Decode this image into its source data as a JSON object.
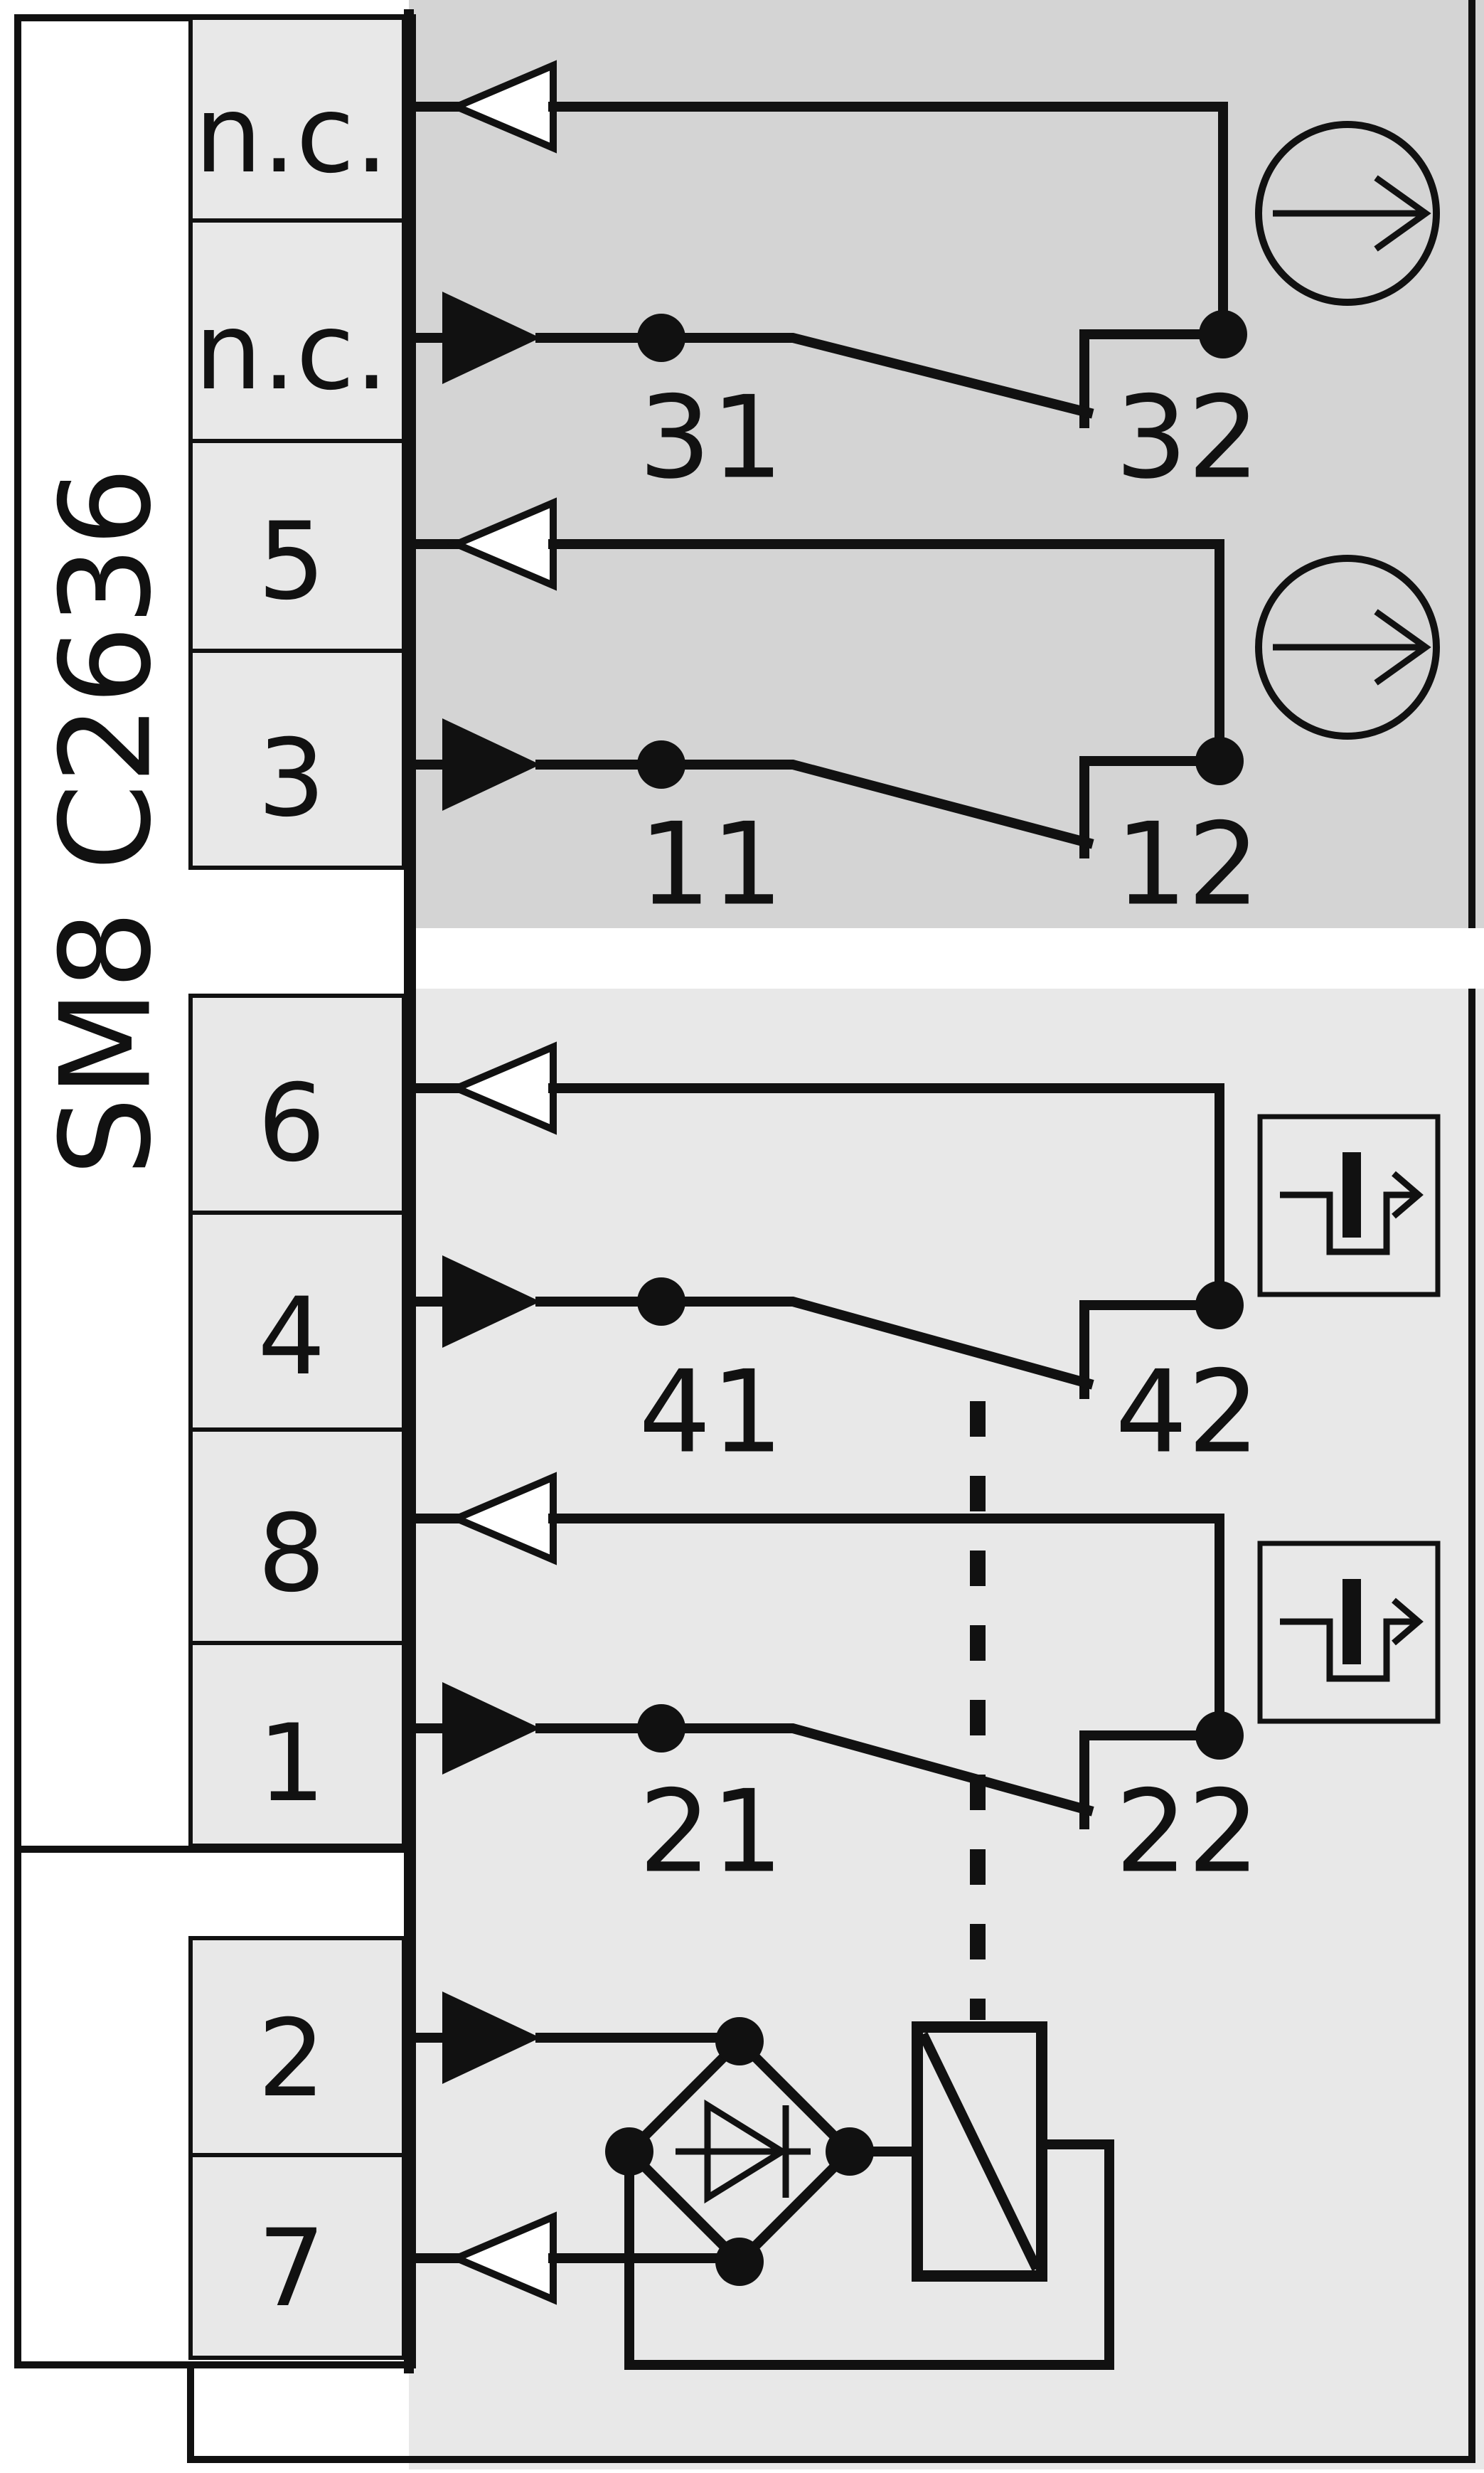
{
  "model": "SM8 C2636",
  "colors": {
    "upper_bg": "#d4d4d4",
    "lower_bg": "#e8e8e8",
    "terminal_bg": "#e8e8e8",
    "line": "#111111"
  },
  "terminals": {
    "t1": "n.c.",
    "t2": "n.c.",
    "t3": "5",
    "t4": "3",
    "t5": "6",
    "t6": "4",
    "t7": "8",
    "t8": "1",
    "t9": "2",
    "t10": "7"
  },
  "contacts": {
    "c1_left": "31",
    "c1_right": "32",
    "c2_left": "11",
    "c2_right": "12",
    "c3_left": "41",
    "c3_right": "42",
    "c4_left": "21",
    "c4_right": "22"
  },
  "icons": {
    "upper_1": "circle-arrow-icon",
    "upper_2": "circle-arrow-icon",
    "lower_1": "position-switch-icon",
    "lower_2": "position-switch-icon"
  }
}
